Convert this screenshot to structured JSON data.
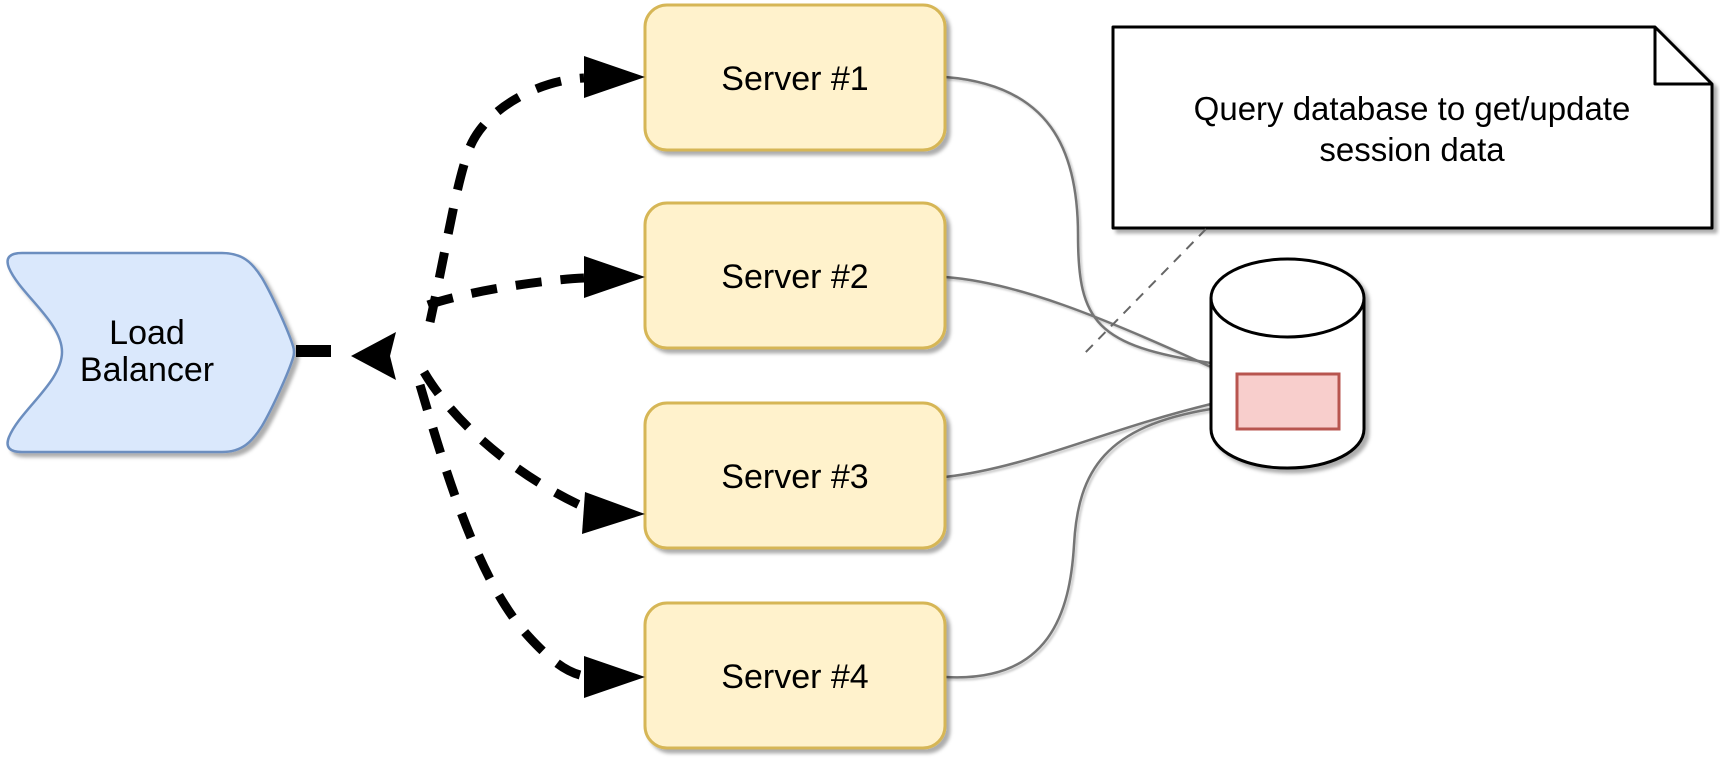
{
  "load_balancer": {
    "line1": "Load",
    "line2": "Balancer"
  },
  "servers": [
    {
      "label": "Server #1"
    },
    {
      "label": "Server #2"
    },
    {
      "label": "Server #3"
    },
    {
      "label": "Server #4"
    }
  ],
  "note": {
    "line1": "Query database to get/update",
    "line2": "session data"
  },
  "colors": {
    "load_balancer_fill": "#dae8fc",
    "load_balancer_stroke": "#6c8ebf",
    "server_fill": "#fff2cc",
    "server_stroke": "#d6b656",
    "session_rect_fill": "#f8cecc",
    "session_rect_stroke": "#b85450",
    "note_fill": "#ffffff",
    "note_stroke": "#000000",
    "database_fill": "#ffffff",
    "database_stroke": "#000000",
    "connector_gray": "#757575",
    "annotation_dash_gray": "#666666",
    "arrow_black": "#000000",
    "text": "#000000"
  }
}
